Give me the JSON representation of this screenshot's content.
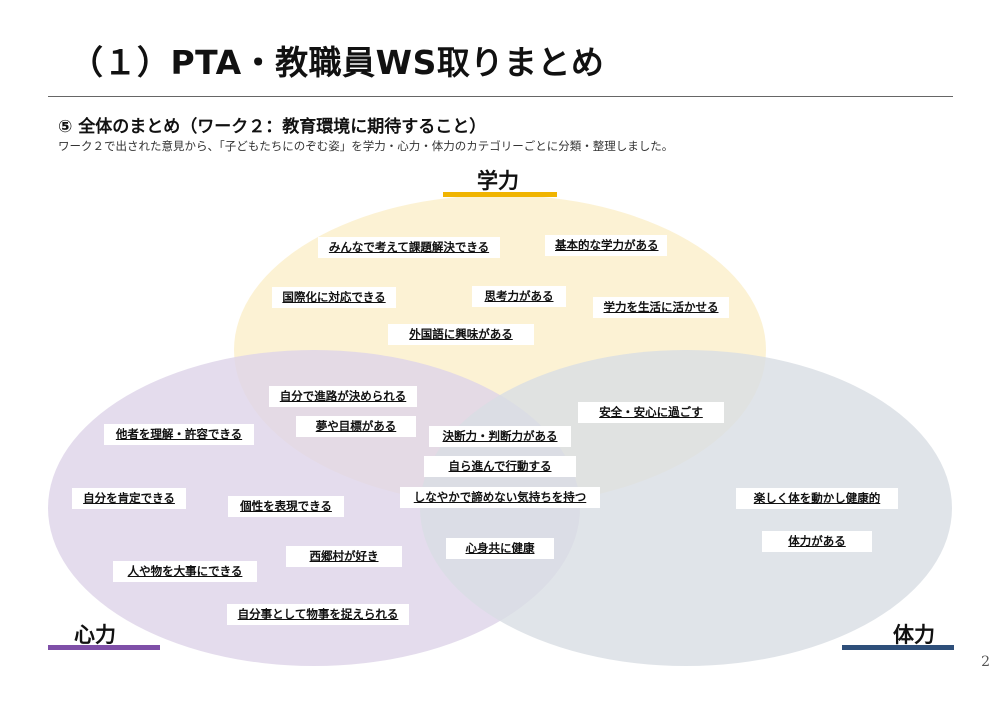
{
  "slide": {
    "title": "（１）PTA・教職員WS取りまとめ",
    "heading": "⑤ 全体のまとめ（ワーク２：教育環境に期待すること）",
    "description": "ワーク２で出された意見から、「子どもたちにのぞむ姿」を学力・心力・体力のカテゴリーごとに分類・整理しました。",
    "page_number": "2"
  },
  "categories": {
    "gakuryoku": {
      "label": "学力",
      "color": "#fbefc9",
      "bar_color": "#f0b400"
    },
    "shinryoku": {
      "label": "心力",
      "color": "#ddd3e8",
      "bar_color": "#7f4fa8"
    },
    "tairyoku": {
      "label": "体力",
      "color": "#d8dde3",
      "bar_color": "#2e4f7a"
    }
  },
  "items": {
    "minna": "みんなで考えて課題解決できる",
    "kihon": "基本的な学力がある",
    "kokusai": "国際化に対応できる",
    "shikou": "思考力がある",
    "seikatsu": "学力を生活に活かせる",
    "gaikoku": "外国語に興味がある",
    "shinro": "自分で進路が決められる",
    "yume": "夢や目標がある",
    "anzen": "安全・安心に過ごす",
    "tasha": "他者を理解・許容できる",
    "ketsudan": "決断力・判断力がある",
    "mizukara": "自ら進んで行動する",
    "jibun_kotei": "自分を肯定できる",
    "kosei": "個性を表現できる",
    "shinayaka": "しなやかで諦めない気持ちを持つ",
    "tanoshiku": "楽しく体を動かし健康的",
    "tairyoku_aru": "体力がある",
    "shinshin": "心身共に健康",
    "nishigomura": "西郷村が好き",
    "hito_mono": "人や物を大事にできる",
    "jibungoto": "自分事として物事を捉えられる"
  }
}
